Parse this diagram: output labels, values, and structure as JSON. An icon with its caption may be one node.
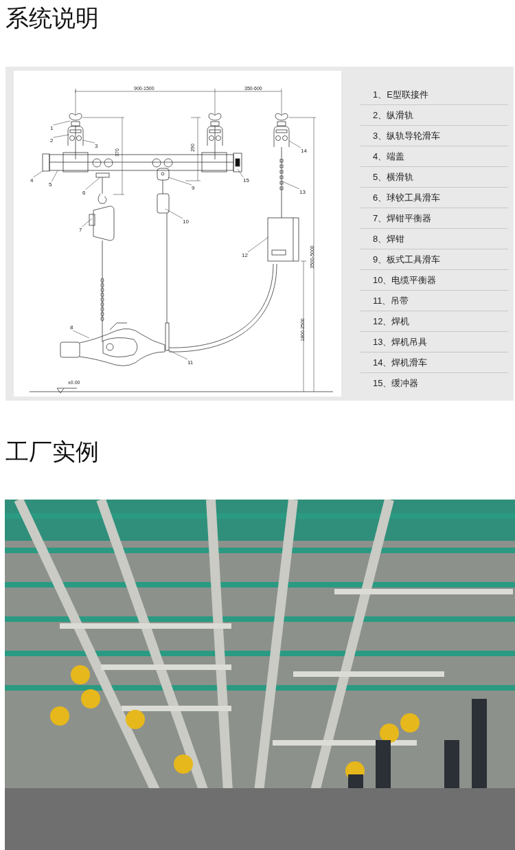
{
  "diagram": {
    "title": "系统说明",
    "nodes": [
      {
        "text": [
          "1"
        ]
      },
      {
        "text": [
          "2"
        ]
      },
      {
        "text": [
          "3"
        ]
      },
      {
        "text": [
          "4"
        ]
      },
      {
        "text": [
          "5"
        ]
      },
      {
        "text": [
          "6"
        ]
      },
      {
        "text": [
          "7"
        ]
      },
      {
        "text": [
          "8"
        ]
      },
      {
        "text": [
          "9"
        ]
      },
      {
        "text": [
          "10"
        ]
      },
      {
        "text": [
          "11"
        ]
      },
      {
        "text": [
          "12"
        ]
      },
      {
        "text": [
          "13"
        ]
      },
      {
        "text": [
          "14"
        ]
      },
      {
        "text": [
          "15"
        ]
      },
      {
        "text": [],
        "shape": "box"
      }
    ],
    "edges": [
      {
        "from": 0,
        "to": null,
        "arrow": "none"
      },
      {
        "from": 1,
        "to": null,
        "arrow": "none"
      },
      {
        "from": 2,
        "to": null,
        "arrow": "none"
      },
      {
        "from": 3,
        "to": 15,
        "arrow": "none"
      },
      {
        "from": 4,
        "to": null,
        "arrow": "none"
      },
      {
        "from": 5,
        "to": null,
        "arrow": "none"
      },
      {
        "from": 6,
        "to": null,
        "arrow": "none"
      },
      {
        "from": 7,
        "to": null,
        "arrow": "none"
      },
      {
        "from": 8,
        "to": null,
        "arrow": "none"
      },
      {
        "from": 9,
        "to": null,
        "arrow": "none"
      },
      {
        "from": 10,
        "to": null,
        "arrow": "none"
      },
      {
        "from": 11,
        "to": null,
        "arrow": "none"
      },
      {
        "from": 12,
        "to": null,
        "arrow": "none"
      },
      {
        "from": 13,
        "to": null,
        "arrow": "none"
      },
      {
        "from": 14,
        "to": null,
        "arrow": "none"
      }
    ],
    "labels": [
      "900-1500",
      "350-600",
      "370",
      "290",
      "3500-5000",
      "1800-2500",
      "±0.00",
      "1、E型联接件",
      "2、纵滑轨",
      "3、纵轨导轮滑车",
      "4、端盖",
      "5、横滑轨",
      "6、球铰工具滑车",
      "7、焊钳平衡器",
      "8、焊钳",
      "9、板式工具滑车",
      "10、电缆平衡器",
      "11、吊带",
      "12、焊机",
      "13、焊机吊具",
      "14、焊机滑车",
      "15、缓冲器",
      "工厂实例"
    ]
  }
}
